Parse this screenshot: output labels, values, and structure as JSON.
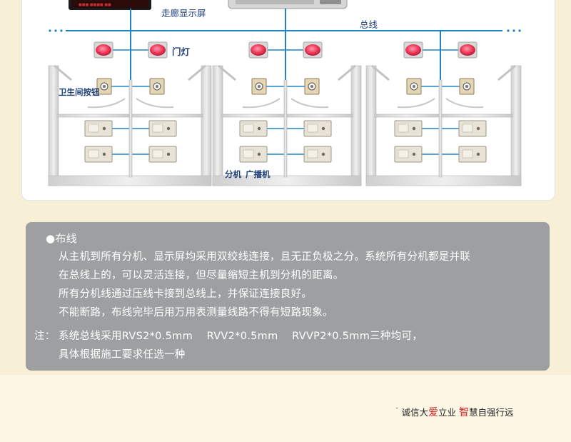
{
  "diagram": {
    "labels": {
      "corridor_display": "走廊显示屏",
      "bus": "总线",
      "door_light": "门灯",
      "bathroom_button": "卫生间按钮",
      "extension": "分机",
      "broadcaster": "广播机"
    }
  },
  "notes": {
    "heading": "●布线",
    "lines": [
      "从主机到所有分机、显示屏均采用双绞线连接，且无正负极之分。系统所有分机都是并联",
      "在总线上的，可以灵活连接，但尽量缩短主机到分机的距离。",
      "所有分机线通过压线卡接到总线上，并保证连接良好。",
      "不能断路，布线完毕后用万用表测量线路不得有短路现象。"
    ],
    "note_label": "注：",
    "note_line1": "系统总线采用RVS2*0.5mm    RVV2*0.5mm    RVVP2*0.5mm三种均可，",
    "note_line2": "具体根据施工要求任选一种"
  },
  "slogan": {
    "mark": "ˇ",
    "part1": "诚信大",
    "red1": "爱",
    "part2": "立业",
    "red2": "智",
    "part3": "慧自强行远"
  },
  "colors": {
    "bus_line": "#1e83c4",
    "panel": "#9d9fa1",
    "label": "#1d3f7a",
    "accent_red": "#d81e1e"
  }
}
